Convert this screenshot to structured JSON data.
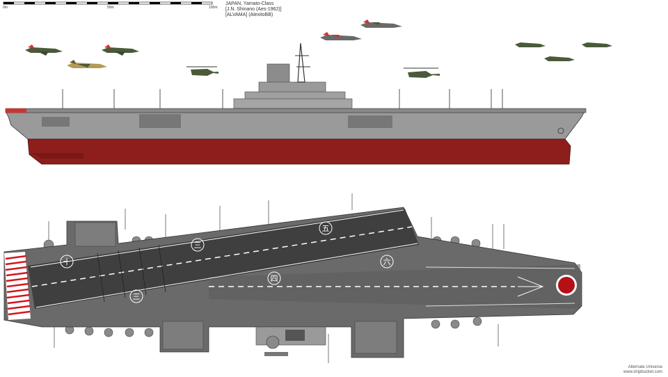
{
  "header": {
    "line1": "JAPAN, Yamato-Class",
    "line2": "[J.N. Shinano (Aes-1962)]",
    "line3": "[ALVAMA] (AlexitoBB)"
  },
  "scale": {
    "start": "0m",
    "mid": "50m",
    "end": "100m"
  },
  "credit": {
    "line1": "Alternate Universe",
    "line2": "www.shipbucket.com"
  },
  "deck_markings": [
    "十",
    "三",
    "五",
    "四",
    "六",
    "三"
  ],
  "colors": {
    "hull_gray": "#9a9a9a",
    "hull_red": "#8e1e1c",
    "deck_dark": "#3f3f3f",
    "deck_mid": "#6a6a6a",
    "hinomaru": "#b50f17",
    "aircraft_green": "#4a5a3a",
    "aircraft_tan": "#b59a55",
    "stripe_red": "#d4161c"
  },
  "icons": [
    "aircraft-icon",
    "helicopter-icon",
    "hinomaru-icon"
  ]
}
